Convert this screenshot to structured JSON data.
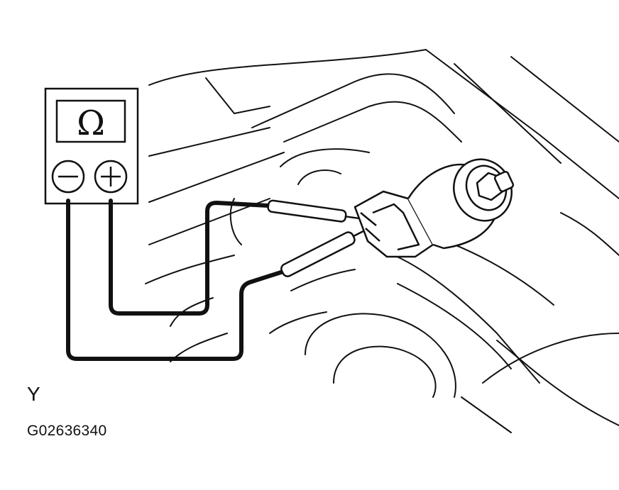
{
  "meter": {
    "display_symbol": "Ω",
    "terminal_negative": "−",
    "terminal_positive": "+"
  },
  "view_label": "Y",
  "figure_id": "G02636340",
  "colors": {
    "line": "#111111",
    "background": "#ffffff"
  }
}
